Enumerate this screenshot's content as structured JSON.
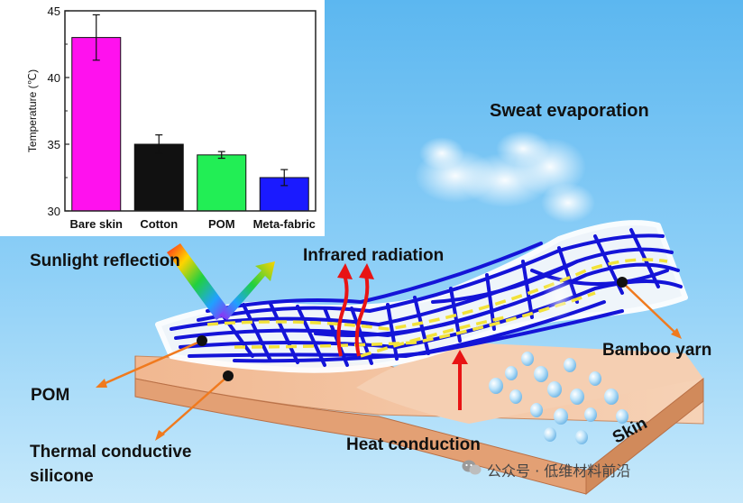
{
  "chart_data": {
    "type": "bar",
    "categories": [
      "Bare skin",
      "Cotton",
      "POM",
      "Meta-fabric"
    ],
    "values": [
      43.0,
      35.0,
      34.2,
      32.5
    ],
    "errors": [
      1.7,
      0.7,
      0.25,
      0.6
    ],
    "colors": [
      "#ff11ee",
      "#111111",
      "#22ee55",
      "#1a1aff"
    ],
    "title": "",
    "xlabel": "",
    "ylabel": "Temperature (℃)",
    "ylim": [
      30,
      45
    ],
    "yticks": [
      "30",
      "35",
      "40",
      "45"
    ],
    "grid": false
  },
  "labels": {
    "sweat": "Sweat evaporation",
    "sunlight": "Sunlight reflection",
    "infrared": "Infrared radiation",
    "pom": "POM",
    "bamboo": "Bamboo yarn",
    "thermal_line1": "Thermal conductive",
    "thermal_line2": "silicone",
    "heat": "Heat conduction",
    "skin": "Skin"
  },
  "watermark": "公众号 · 低维材料前沿",
  "colors": {
    "fiber_blue": "#1414d8",
    "dash_yellow": "#f2e23a",
    "skin_top": "#f4c8a6",
    "skin_edge": "#d98e60",
    "arrow_orange": "#f07a1e",
    "arrow_red": "#e81414",
    "droplet": "#8ec9ee"
  }
}
